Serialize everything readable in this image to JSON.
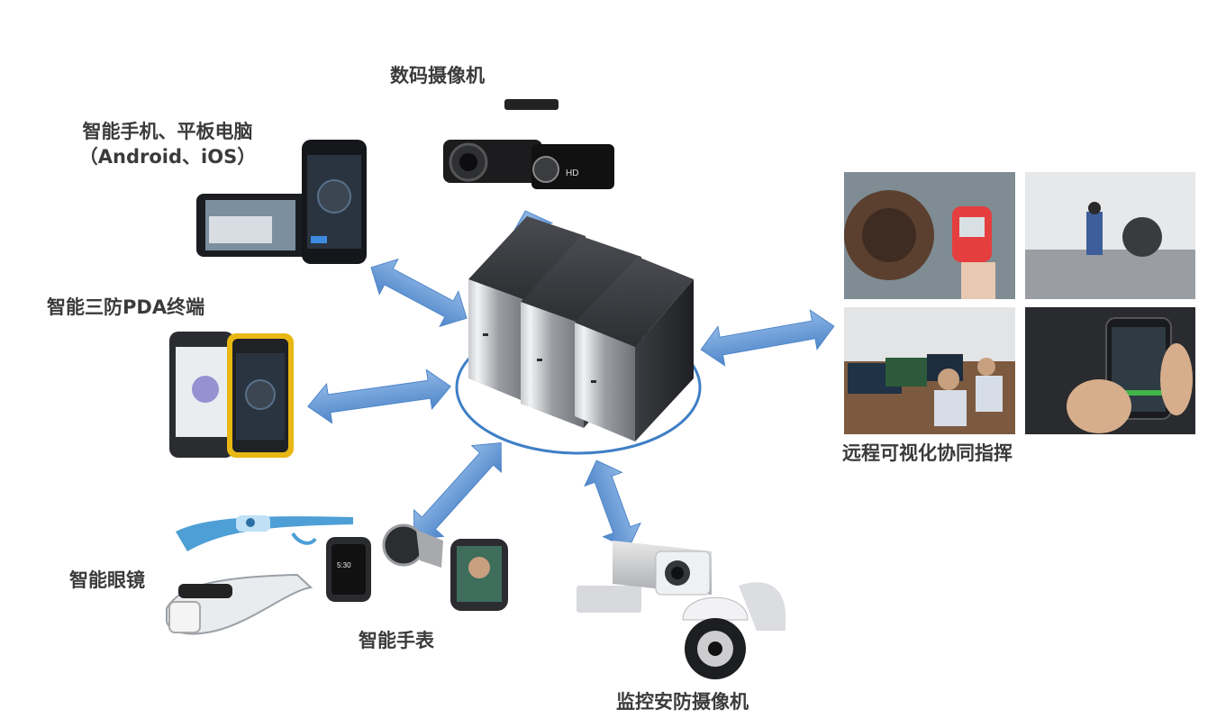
{
  "diagram": {
    "labels": {
      "camcorder": "数码摄像机",
      "phone_tablet_line1": "智能手机、平板电脑",
      "phone_tablet_line2": "（Android、iOS）",
      "pda": "智能三防PDA终端",
      "glasses": "智能眼镜",
      "watch": "智能手表",
      "cctv": "监控安防摄像机",
      "remote": "远程可视化协同指挥"
    },
    "colors": {
      "arrow": "#6fa1dc",
      "arrow_dark": "#4f86c9",
      "ring": "#3f7fc6",
      "server": "#2f3136",
      "label": "#3b3b3b"
    }
  }
}
